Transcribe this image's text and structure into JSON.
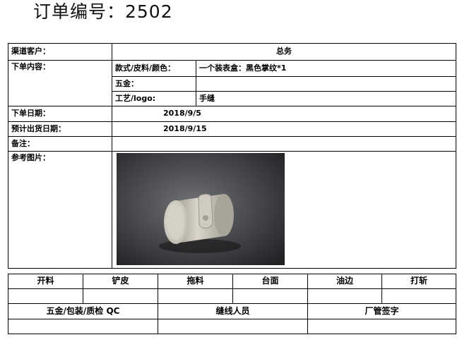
{
  "header": {
    "title": "订单编号：2502"
  },
  "form": {
    "customer_label": "渠道客户：",
    "customer_value": "总务",
    "content_label": "下单内容：",
    "style_label": "款式/皮料/颜色：",
    "style_value": "一个装表盒：黑色掌纹*1",
    "hardware_label": "五金：",
    "hardware_value": "",
    "craft_label": "工艺/logo:",
    "craft_value": "手缝",
    "order_date_label": "下单日期：",
    "order_date_value": "2018/9/5",
    "ship_date_label": "预计出货日期：",
    "ship_date_value": "2018/9/15",
    "note_label": "备注：",
    "note_value": "",
    "ref_label": "参考图片："
  },
  "process": {
    "steps": [
      "开料",
      "铲皮",
      "拖料",
      "台面",
      "油边",
      "打斩"
    ]
  },
  "signoff": {
    "labels": [
      "五金/包装/质检 QC",
      "缝线人员",
      "厂管签字"
    ]
  },
  "colors": {
    "border": "#000000",
    "photo_bg": "#3a3b3d",
    "box": "#d7d3c8"
  }
}
